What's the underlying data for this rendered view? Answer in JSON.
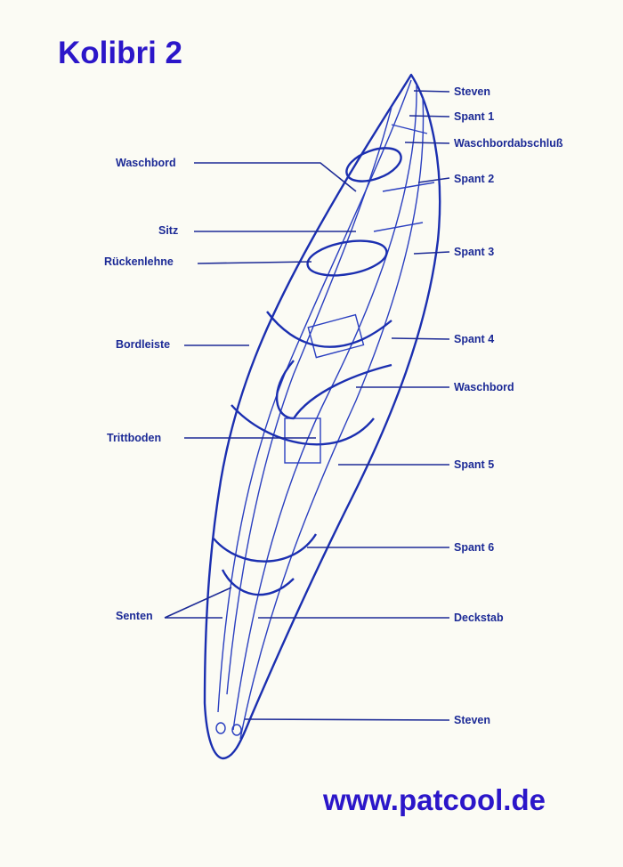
{
  "title": "Kolibri 2",
  "website": "www.patcool.de",
  "labels_right": [
    "Steven",
    "Spant 1",
    "Waschbordabschluß",
    "Spant 2",
    "Spant 3",
    "Spant 4",
    "Waschbord",
    "Spant 5",
    "Spant 6",
    "Deckstab",
    "Steven"
  ],
  "labels_left": [
    "Waschbord",
    "Sitz",
    "Rückenlehne",
    "Bordleiste",
    "Trittboden",
    "Senten"
  ],
  "colors": {
    "title": "#2b16c9",
    "labels": "#1c2a96",
    "drawing": "#1b2fb0",
    "background": "#fbfbf4"
  }
}
